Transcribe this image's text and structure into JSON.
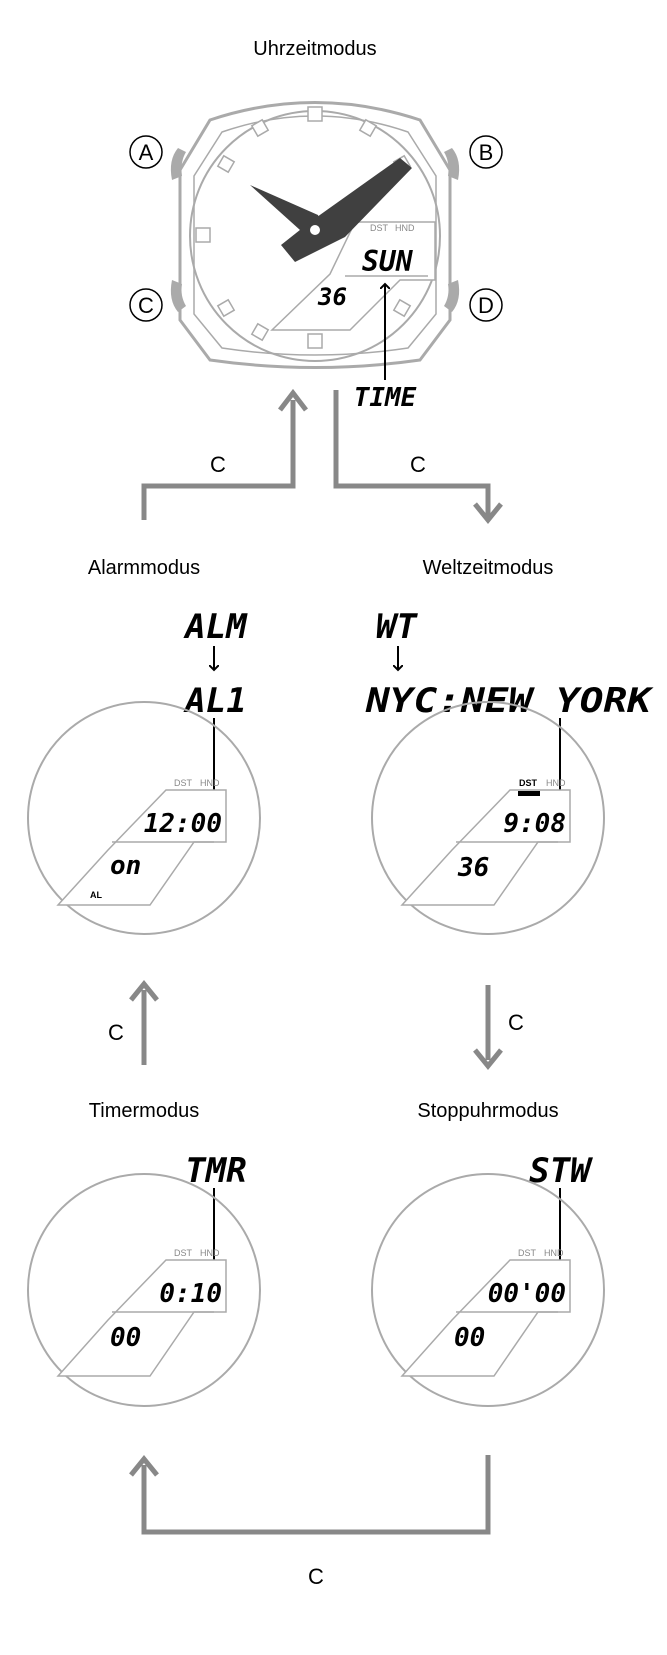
{
  "modes": {
    "time": {
      "title": "Uhrzeitmodus",
      "day": "SUN",
      "seconds": "36",
      "caption": "TIME",
      "dst": "DST",
      "hnd": "HND"
    },
    "alarm": {
      "title": "Alarmmodus",
      "code1": "ALM",
      "code2": "AL1",
      "time": "12:00",
      "status": "on",
      "indicator": "AL",
      "dst": "DST",
      "hnd": "HND"
    },
    "world": {
      "title": "Weltzeitmodus",
      "code1": "WT",
      "code2": "NYC:NEW YORK",
      "time": "9:08",
      "seconds": "36",
      "dst": "DST",
      "hnd": "HND"
    },
    "timer": {
      "title": "Timermodus",
      "code": "TMR",
      "time": "0:10",
      "seconds": "00",
      "dst": "DST",
      "hnd": "HND"
    },
    "stopwatch": {
      "title": "Stoppuhrmodus",
      "code": "STW",
      "time": "00'00",
      "seconds": "00",
      "dst": "DST",
      "hnd": "HND"
    }
  },
  "buttons": {
    "a": "A",
    "b": "B",
    "c": "C",
    "d": "D"
  },
  "transitions": {
    "label": "C"
  },
  "colors": {
    "outline": "#999999",
    "arrow": "#888888",
    "hands": "#404040"
  }
}
